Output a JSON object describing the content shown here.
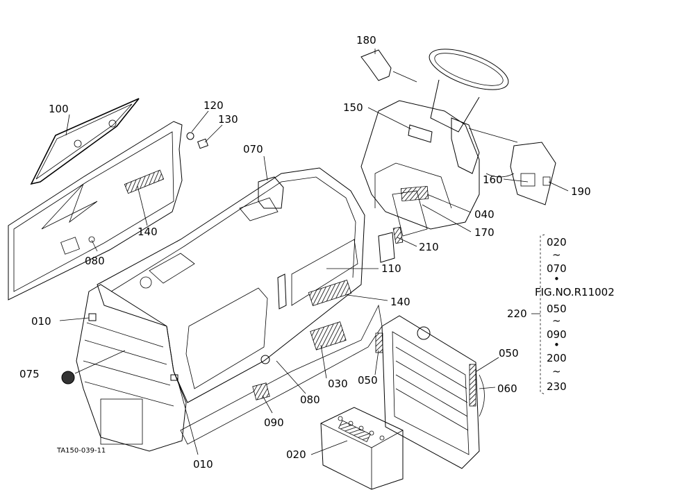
{
  "drawing_code": "TA150-039-11",
  "labels": {
    "p100": "100",
    "p120": "120",
    "p130": "130",
    "p140a": "140",
    "p080a": "080",
    "p070": "070",
    "p180": "180",
    "p150": "150",
    "p160": "160",
    "p190": "190",
    "p040": "040",
    "p170": "170",
    "p210": "210",
    "p110": "110",
    "p140b": "140",
    "p010a": "010",
    "p075": "075",
    "p080b": "080",
    "p090": "090",
    "p030": "030",
    "p050a": "050",
    "p050b": "050",
    "p060": "060",
    "p010b": "010",
    "p020": "020",
    "p220": "220"
  },
  "range_note": [
    "020",
    "~",
    "070",
    "•",
    "FIG.NO.R11002",
    "050",
    "~",
    "090",
    "•",
    "200",
    "~",
    "230"
  ]
}
